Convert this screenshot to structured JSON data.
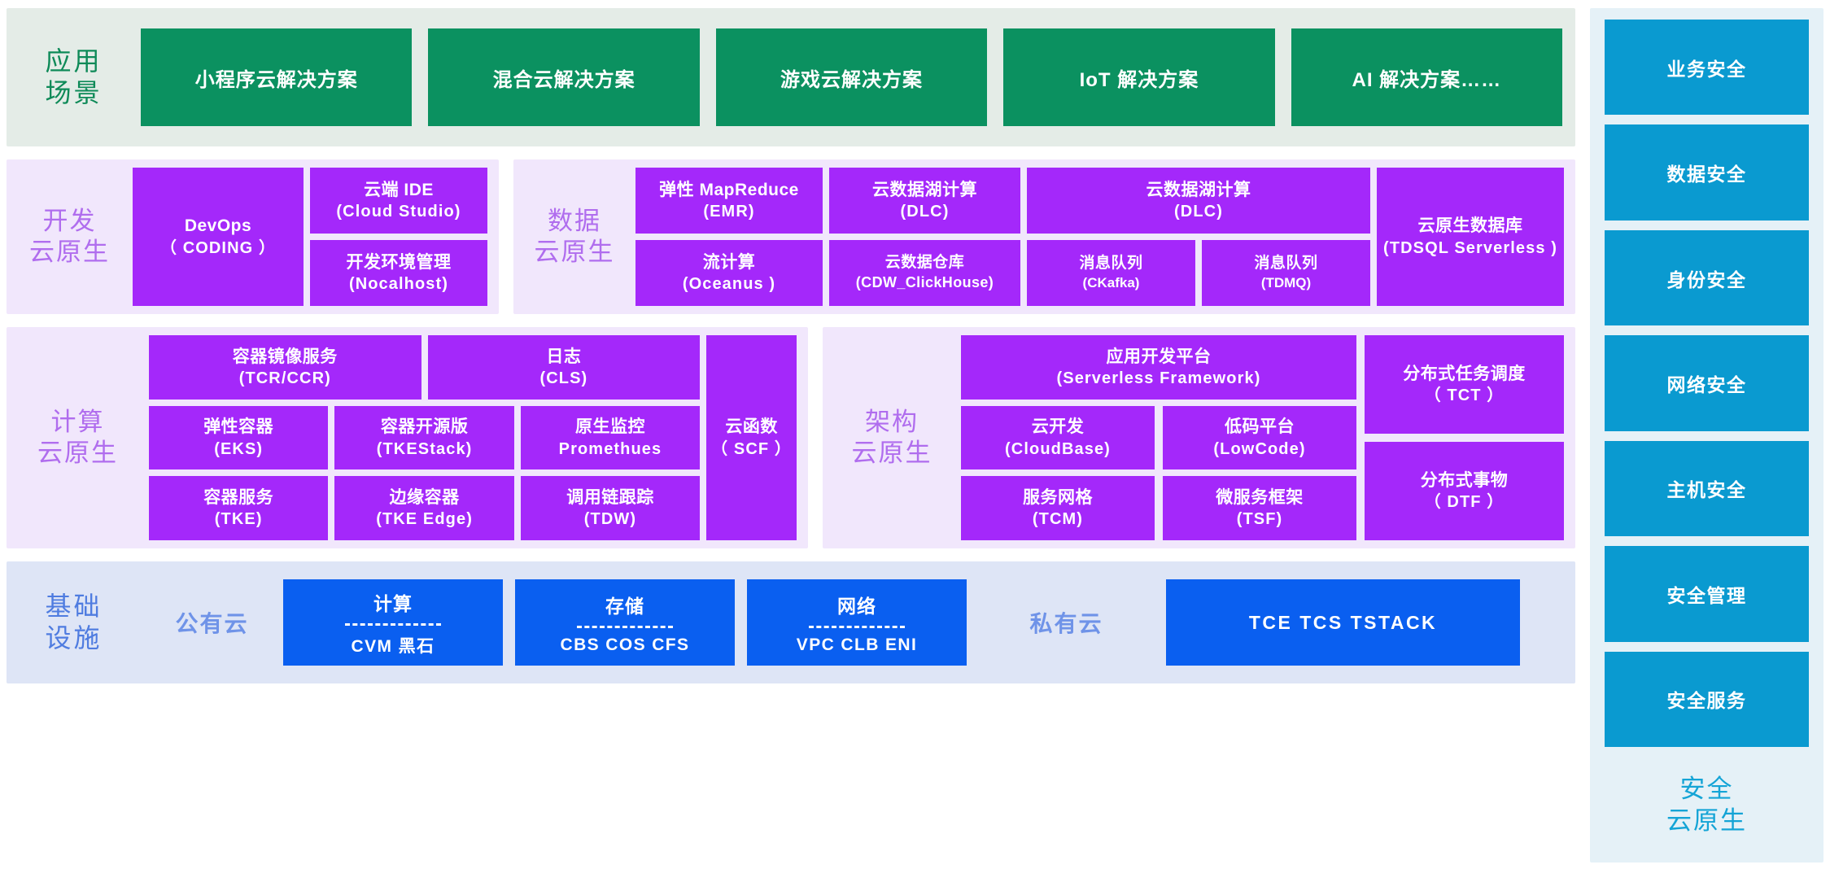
{
  "diagram": {
    "title": "Tencent Cloud Native Product Architecture",
    "colors": {
      "green_accent": "#0b9160",
      "green_panel": "#e4ece7",
      "purple_accent": "#a428fa",
      "purple_panel": "#f1e7fc",
      "purple_label": "#b06dee",
      "blue_accent": "#0a5ff0",
      "blue_panel": "#dee5f6",
      "blue_label": "#6f93e8",
      "security_accent": "#0a9ad0",
      "security_panel": "#e5f1f7"
    }
  },
  "rows": {
    "application": {
      "label": "应用\n场景",
      "label_line1": "应用",
      "label_line2": "场景",
      "boxes": [
        {
          "label": "小程序云解决方案"
        },
        {
          "label": "混合云解决方案"
        },
        {
          "label": "游戏云解决方案"
        },
        {
          "label": "IoT 解决方案"
        },
        {
          "label": "AI 解决方案……"
        }
      ]
    },
    "dev_cloud_native": {
      "label_line1": "开发",
      "label_line2": "云原生",
      "devops": {
        "zh": "DevOps",
        "en": "（ CODING ）"
      },
      "ide": {
        "zh": "云端 IDE",
        "en": "(Cloud Studio)"
      },
      "env": {
        "zh": "开发环境管理",
        "en": "(Nocalhost)"
      }
    },
    "data_cloud_native": {
      "label_line1": "数据",
      "label_line2": "云原生",
      "emr": {
        "zh": "弹性 MapReduce",
        "en": "(EMR)"
      },
      "dlc1": {
        "zh": "云数据湖计算",
        "en": "(DLC)"
      },
      "dlc2": {
        "zh": "云数据湖计算",
        "en": "(DLC)"
      },
      "oceanus": {
        "zh": "流计算",
        "en": "(Oceanus )"
      },
      "cdw": {
        "zh": "云数据仓库",
        "en": "(CDW_ClickHouse)"
      },
      "ckafka": {
        "zh": "消息队列",
        "en": "(CKafka)"
      },
      "tdmq": {
        "zh": "消息队列",
        "en": "(TDMQ)"
      },
      "tdsql": {
        "zh": "云原生数据库",
        "en": "(TDSQL Serverless )"
      }
    },
    "compute_cloud_native": {
      "label_line1": "计算",
      "label_line2": "云原生",
      "tcr": {
        "zh": "容器镜像服务",
        "en": "(TCR/CCR)"
      },
      "cls": {
        "zh": "日志",
        "en": "(CLS)"
      },
      "eks": {
        "zh": "弹性容器",
        "en": "(EKS)"
      },
      "tkestack": {
        "zh": "容器开源版",
        "en": "(TKEStack)"
      },
      "prometheus": {
        "zh": "原生监控",
        "en": "Promethues"
      },
      "scf": {
        "zh": "云函数",
        "en": "（ SCF ）"
      },
      "tke": {
        "zh": "容器服务",
        "en": "(TKE)"
      },
      "tke_edge": {
        "zh": "边缘容器",
        "en": "(TKE Edge)"
      },
      "tdw": {
        "zh": "调用链跟踪",
        "en": "(TDW)"
      }
    },
    "arch_cloud_native": {
      "label_line1": "架构",
      "label_line2": "云原生",
      "serverless_framework": {
        "zh": "应用开发平台",
        "en": "(Serverless Framework)"
      },
      "cloudbase": {
        "zh": "云开发",
        "en": "(CloudBase)"
      },
      "lowcode": {
        "zh": "低码平台",
        "en": "(LowCode)"
      },
      "tcm": {
        "zh": "服务网格",
        "en": "(TCM)"
      },
      "tsf": {
        "zh": "微服务框架",
        "en": "(TSF)"
      },
      "tct": {
        "zh": "分布式任务调度",
        "en": "（ TCT ）"
      },
      "dtf": {
        "zh": "分布式事物",
        "en": "（ DTF ）"
      }
    },
    "infrastructure": {
      "label_line1": "基础",
      "label_line2": "设施",
      "public_cloud_tag": "公有云",
      "private_cloud_tag": "私有云",
      "compute": {
        "title": "计算",
        "items": "CVM 黑石"
      },
      "storage": {
        "title": "存储",
        "items": "CBS COS CFS"
      },
      "network": {
        "title": "网络",
        "items": "VPC CLB ENI"
      },
      "private": {
        "items": "TCE  TCS  TSTACK"
      }
    }
  },
  "security_column": {
    "items": [
      {
        "label": "业务安全"
      },
      {
        "label": "数据安全"
      },
      {
        "label": "身份安全"
      },
      {
        "label": "网络安全"
      },
      {
        "label": "主机安全"
      },
      {
        "label": "安全管理"
      },
      {
        "label": "安全服务"
      }
    ],
    "footer_line1": "安全",
    "footer_line2": "云原生"
  }
}
